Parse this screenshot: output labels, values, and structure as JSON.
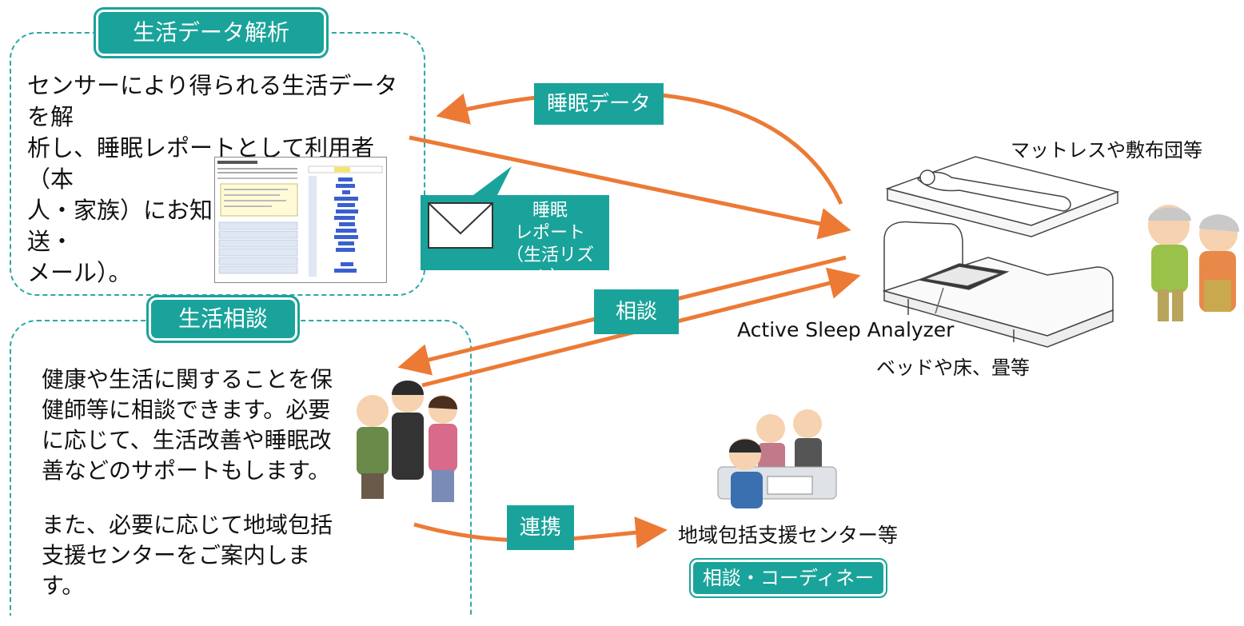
{
  "analysis": {
    "title": "生活データ解析",
    "body": "センサーにより得られる生活データを解\n析し、睡眠レポートとして利用者（本\n人・家族）にお知らせします（郵送・\nメール）。"
  },
  "consult": {
    "title": "生活相談",
    "body1": "健康や生活に関することを保\n健師等に相談できます。必要\nに応じて、生活改善や睡眠改\n善などのサポートもします。",
    "body2": "また、必要に応じて地域包括\n支援センターをご案内します。"
  },
  "flows": {
    "sleep_data": "睡眠データ",
    "report_line1": "睡眠",
    "report_line2": "レポート",
    "report_line3": "（生活リズム）",
    "consultation": "相談",
    "cooperation": "連携"
  },
  "devices": {
    "mattress": "マットレスや敷布団等",
    "analyzer": "Active Sleep Analyzer",
    "bed": "ベッドや床、畳等"
  },
  "center": {
    "name": "地域包括支援センター等",
    "role": "相談・コーディネート"
  },
  "colors": {
    "teal": "#1aa39b",
    "orange": "#ec7a35"
  }
}
